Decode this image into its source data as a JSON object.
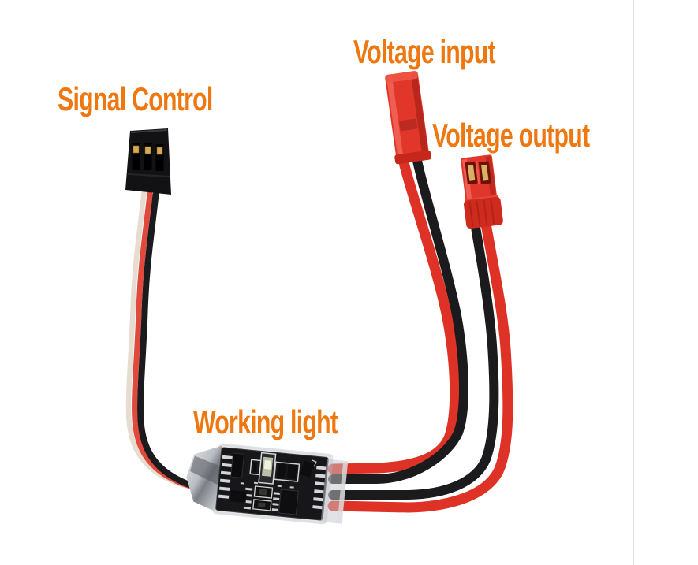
{
  "labels": {
    "signal_control": "Signal Control",
    "voltage_input": "Voltage input",
    "voltage_output": "Voltage output",
    "working_light": "Working light"
  },
  "parts": {
    "signal_connector": "servo-3pin-connector",
    "input_connector": "jst-male-red-connector",
    "output_connector": "jst-female-red-connector",
    "module": "switch-module-pcb",
    "module_led": "working-light-led"
  },
  "colors": {
    "label_orange": "#ee7710",
    "wire_red": "#df3226",
    "wire_black": "#1b1b1d",
    "servo_wire_white": "#e6ddd0",
    "servo_wire_red": "#e0493c",
    "connector_red": "#e1372b",
    "pin_gold": "#d4ab52",
    "pcb_dark": "#17171a",
    "background": "#ffffff",
    "photo_edge_line": "#e3e3e3"
  }
}
